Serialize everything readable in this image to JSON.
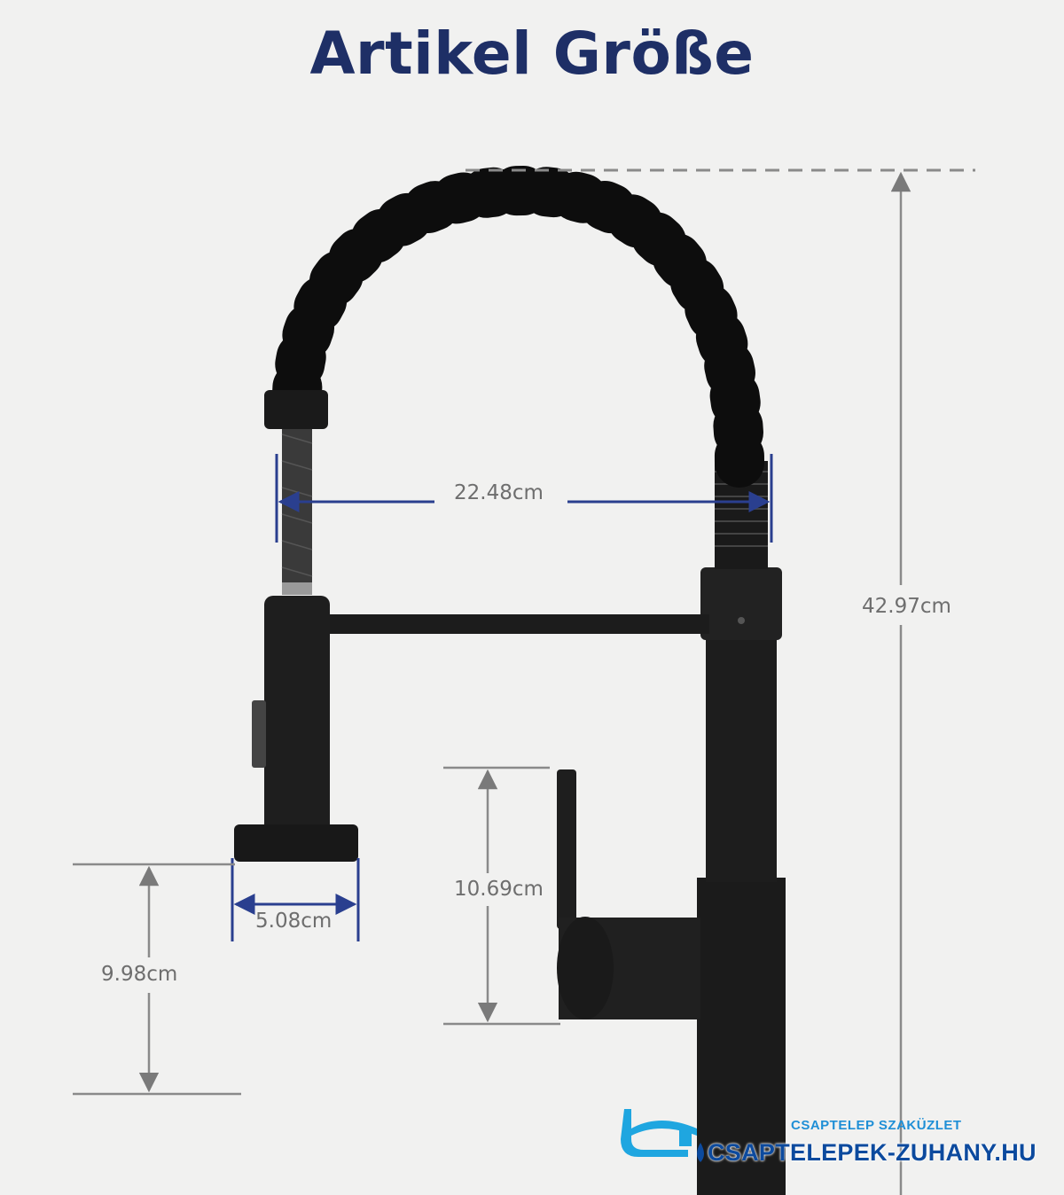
{
  "title": "Artikel Größe",
  "dimensions": {
    "spout_reach": "22.48cm",
    "total_height": "42.97cm",
    "spray_head_width": "5.08cm",
    "handle_height": "10.69cm",
    "spout_height": "9.98cm"
  },
  "brand": {
    "tagline": "CSAPTELEP SZAKÜZLET",
    "name": "CSAPTELEPEK-ZUHANY.HU"
  },
  "colors": {
    "title": "#1e2f66",
    "dimension_marker": "#2a3f8f",
    "faucet": "#1b1b1b",
    "brand_primary": "#0c4a9e",
    "brand_accent": "#1fa6e0"
  },
  "icons": [
    "faucet-logo-icon",
    "water-drop-icon"
  ]
}
